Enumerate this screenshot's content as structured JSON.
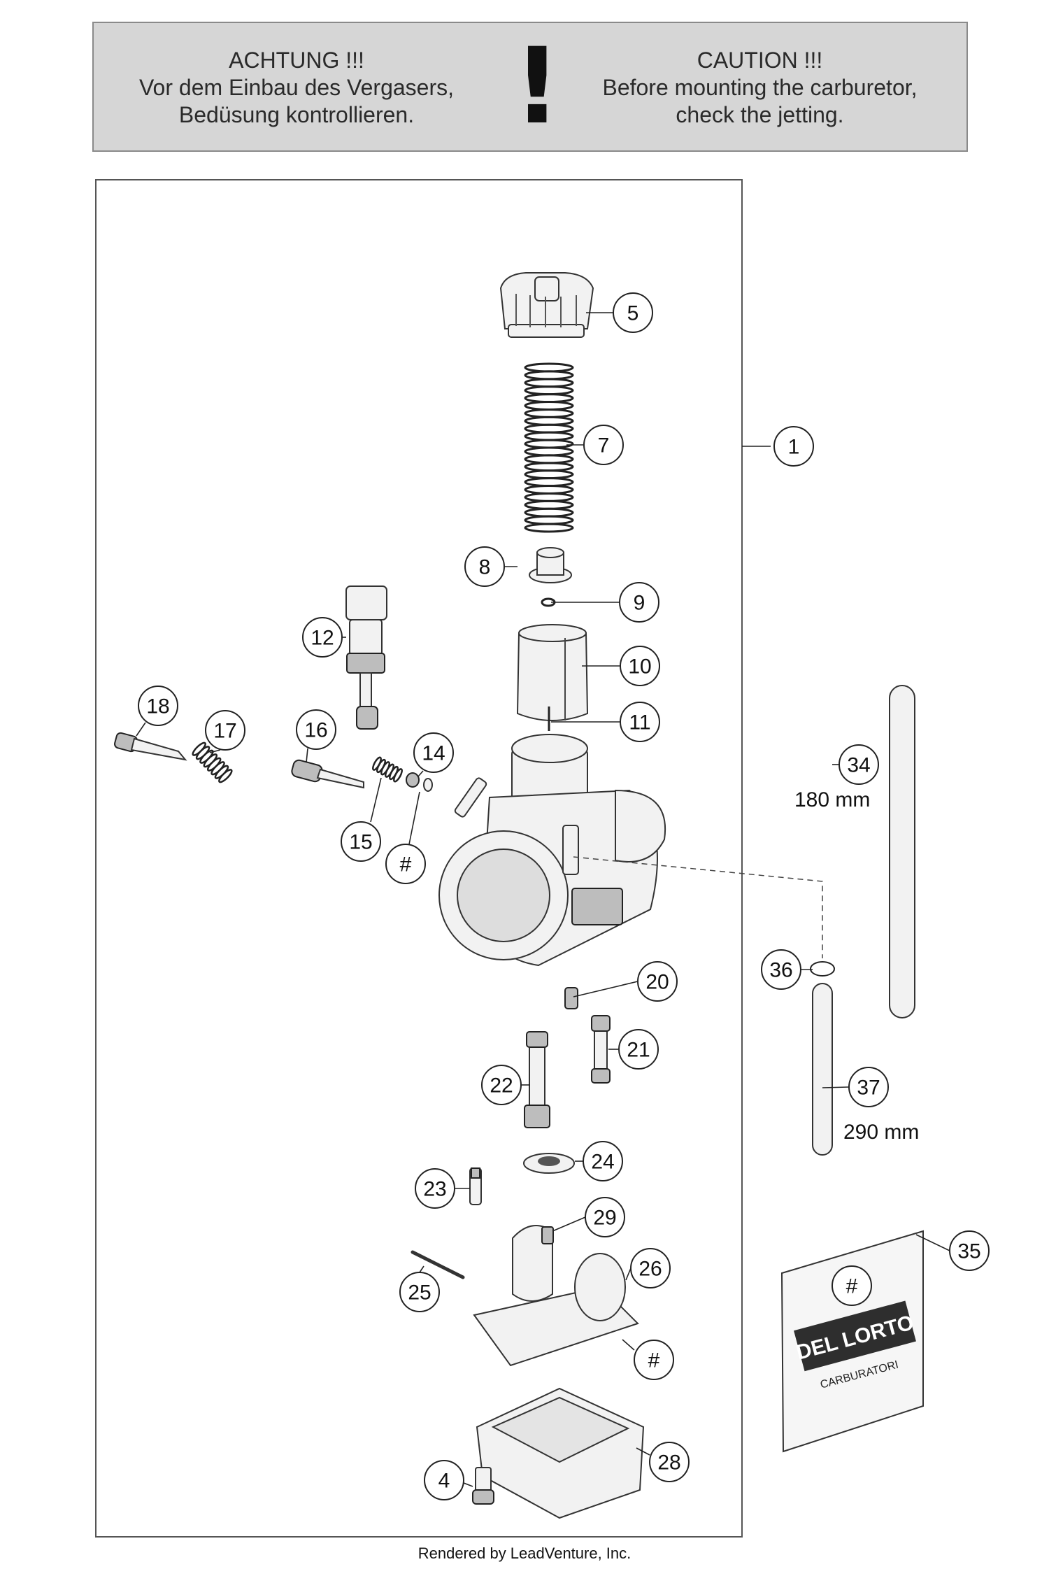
{
  "warning": {
    "de_title": "ACHTUNG !!!",
    "de_line1": "Vor dem Einbau des Vergasers,",
    "de_line2": "Bedüsung kontrollieren.",
    "mark": "!",
    "en_title": "CAUTION !!!",
    "en_line1": "Before mounting the carburetor,",
    "en_line2": "check the jetting."
  },
  "callouts": {
    "c1": "1",
    "c4": "4",
    "c5": "5",
    "c7": "7",
    "c8": "8",
    "c9": "9",
    "c10": "10",
    "c11": "11",
    "c12": "12",
    "c14": "14",
    "c15": "15",
    "c16": "16",
    "c17": "17",
    "c18": "18",
    "c20": "20",
    "c21": "21",
    "c22": "22",
    "c23": "23",
    "c24": "24",
    "c25": "25",
    "c26": "26",
    "c28": "28",
    "c29": "29",
    "c34": "34",
    "c35": "35",
    "c36": "36",
    "c37": "37",
    "hash1": "#",
    "hash2": "#",
    "hash3": "#"
  },
  "dimensions": {
    "hose_34": "180 mm",
    "hose_37": "290 mm"
  },
  "kit_label": {
    "brand": "DEL LORTO",
    "sub": "CARBURATORI"
  },
  "footer": "Rendered by LeadVenture, Inc."
}
